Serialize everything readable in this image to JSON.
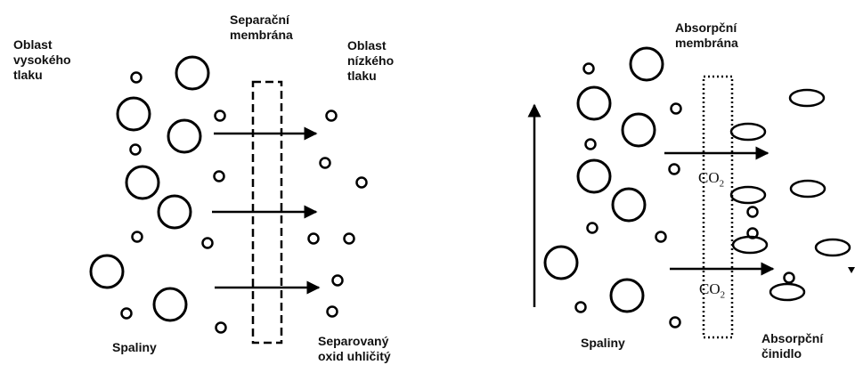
{
  "left_panel": {
    "high_pressure_label": "Oblast\nvysokého\ntlaku",
    "membrane_label": "Separační\nmembrána",
    "low_pressure_label": "Oblast\nnízkého\ntlaku",
    "flue_gas_label": "Spaliny",
    "separated_label": "Separovaný\noxid uhličitý"
  },
  "right_panel": {
    "membrane_label": "Absorpční\nmembrána",
    "flue_gas_label": "Spaliny",
    "absorbent_label": "Absorpční\nčinidlo",
    "co2_top": "CO",
    "co2_top_sub": "2",
    "co2_bottom": "CO",
    "co2_bottom_sub": "2"
  }
}
